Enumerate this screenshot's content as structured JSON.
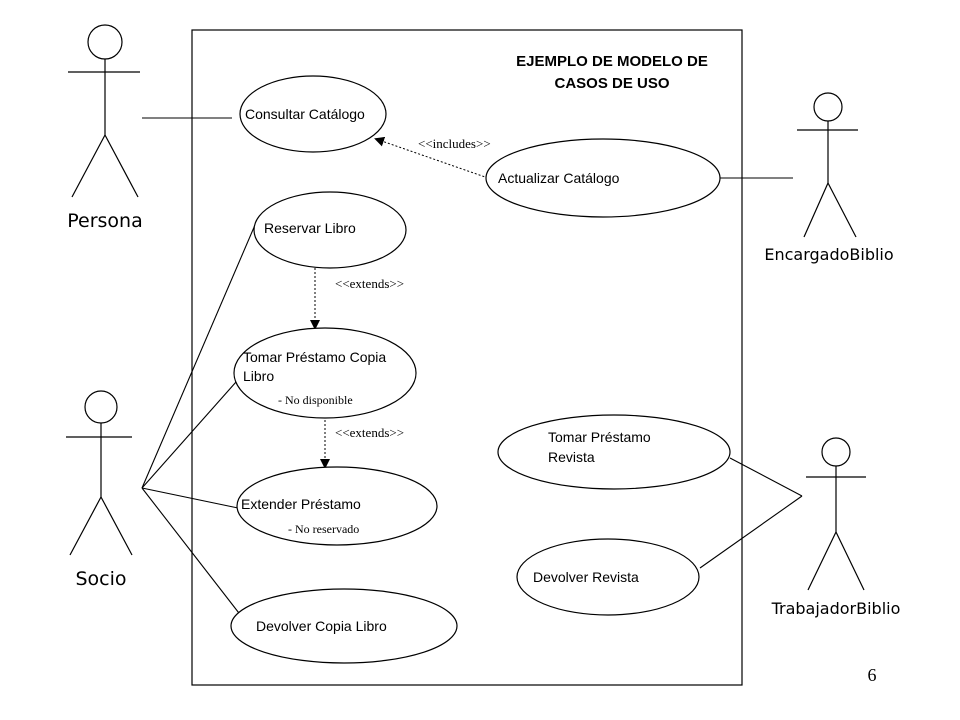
{
  "diagram": {
    "title_line1": "EJEMPLO DE MODELO DE",
    "title_line2": "CASOS DE USO",
    "page_number": "6"
  },
  "actors": {
    "persona": "Persona",
    "socio": "Socio",
    "encargado": "EncargadoBiblio",
    "trabajador": "TrabajadorBiblio"
  },
  "use_cases": {
    "consultar": "Consultar Catálogo",
    "actualizar": "Actualizar Catálogo",
    "reservar": "Reservar Libro",
    "tomar_copia_l1": "Tomar Préstamo Copia",
    "tomar_copia_l2": "Libro",
    "tomar_copia_note": "- No disponible",
    "extender": "Extender Préstamo",
    "extender_note": "- No reservado",
    "devolver_copia": "Devolver Copia Libro",
    "tomar_revista_l1": "Tomar Préstamo",
    "tomar_revista_l2": "Revista",
    "devolver_revista": "Devolver Revista"
  },
  "relations": {
    "includes": "<<includes>>",
    "extends_1": "<<extends>>",
    "extends_2": "<<extends>>"
  }
}
